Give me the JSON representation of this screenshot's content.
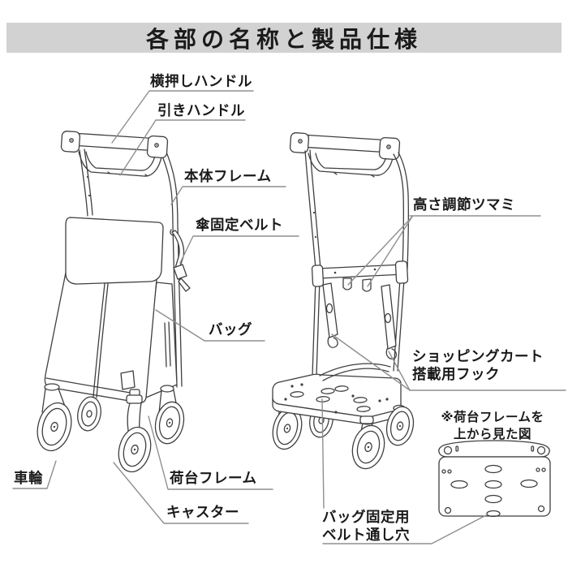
{
  "title": "各部の名称と製品仕様",
  "labels": {
    "side_push_handle": "横押しハンドル",
    "pull_handle": "引きハンドル",
    "body_frame": "本体フレーム",
    "umbrella_fixing_belt": "傘固定ベルト",
    "bag": "バッグ",
    "wheel": "車輪",
    "platform_frame": "荷台フレーム",
    "caster": "キャスター",
    "height_adjust_knob": "高さ調節ツマミ",
    "shopping_cart_hook_line1": "ショッピングカート",
    "shopping_cart_hook_line2": "搭載用フック",
    "top_view_note_line1": "※荷台フレームを",
    "top_view_note_line2": "上から見た図",
    "bag_belt_hole_line1": "バッグ固定用",
    "bag_belt_hole_line2": "ベルト通し穴"
  },
  "colors": {
    "title_bar_bg": "#d2d2d2",
    "text_color": "#1a1a1a",
    "line_color": "#3f3f3f",
    "leader_color": "#8f8f8f",
    "background": "#ffffff"
  }
}
